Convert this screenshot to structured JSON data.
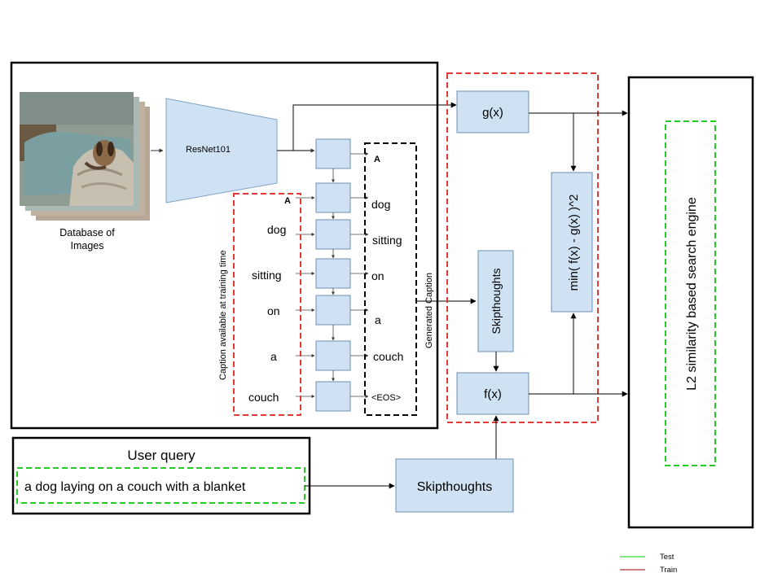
{
  "resnet": {
    "label": "ResNet101"
  },
  "database": {
    "line1": "Database of",
    "line2": "Images"
  },
  "training_caption": {
    "title": "Caption available at training time",
    "words": [
      "A",
      "dog",
      "sitting",
      "on",
      "a",
      "couch"
    ]
  },
  "generated_caption": {
    "title": "Generated Caption",
    "words": [
      "A",
      "dog",
      "sitting",
      "on",
      "a",
      "couch",
      "<EOS>"
    ]
  },
  "boxes": {
    "gx": "g(x)",
    "fx": "f(x)",
    "skipthoughts_vertical": "Skipthoughts",
    "skipthoughts_query": "Skipthoughts",
    "min_loss": "min( f(x) - g(x) )^2",
    "search_engine": "L2 similarity based search engine"
  },
  "user_query": {
    "title": "User query",
    "text": "a dog laying on a couch with a blanket"
  },
  "legend": [
    {
      "label": "Test",
      "color": "#00cc00"
    },
    {
      "label": "Train",
      "color": "#990000"
    }
  ],
  "colors": {
    "box_fill": "#cfe2f3",
    "box_stroke": "#6d8fb3",
    "red_dash": "#e53935",
    "green_dash": "#22cc22"
  }
}
